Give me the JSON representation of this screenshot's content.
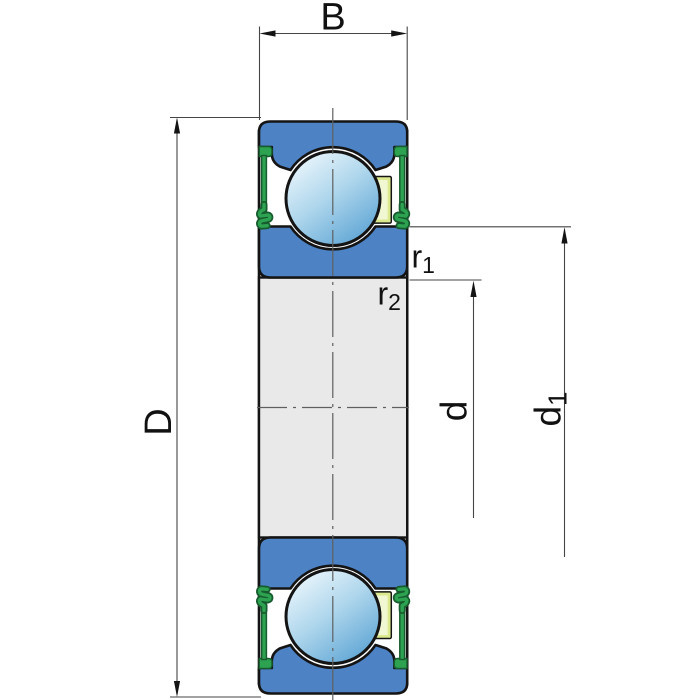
{
  "diagram": {
    "title": "sealed-deep-groove-ball-bearing-cross-section",
    "labels": {
      "width": "B",
      "outer_diameter": "D",
      "bore_diameter": {
        "base": "d"
      },
      "shoulder_diameter": {
        "base": "d",
        "sub": "1"
      },
      "fillet_radius_1": {
        "base": "r",
        "sub": "1"
      },
      "fillet_radius_2": {
        "base": "r",
        "sub": "2"
      }
    }
  },
  "colors": {
    "ring_blue": "#4d82c4",
    "ball_light": "#e7f4fb",
    "ball_mid": "#aed6ec",
    "ball_dark": "#5da4d4",
    "seal_green": "#2da351",
    "seal_dark": "#175c2e",
    "cage_yellow": "#dde98e",
    "cage_light": "#f2f7d3",
    "shaft_gray": "#e9e9e9",
    "line": "#141414",
    "dim": "#454545",
    "centerline": "#5f5f5f"
  }
}
